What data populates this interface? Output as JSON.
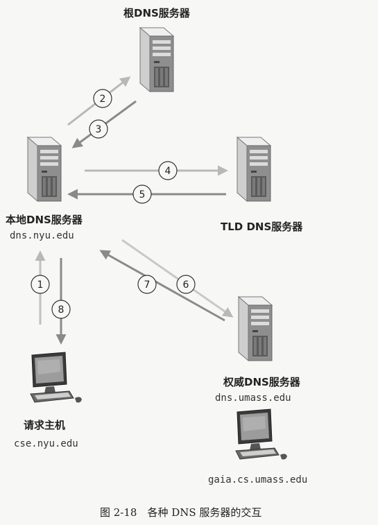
{
  "nodes": {
    "root_server": {
      "label": "根DNS服务器"
    },
    "local_server": {
      "label": "本地DNS服务器",
      "host": "dns.nyu.edu"
    },
    "tld_server": {
      "label": "TLD DNS服务器"
    },
    "auth_server": {
      "label": "权威DNS服务器",
      "host": "dns.umass.edu"
    },
    "requesting_host": {
      "label": "请求主机",
      "host": "cse.nyu.edu"
    },
    "target_host": {
      "host": "gaia.cs.umass.edu"
    }
  },
  "steps": [
    "1",
    "2",
    "3",
    "4",
    "5",
    "6",
    "7",
    "8"
  ],
  "caption": "图 2-18　各种 DNS 服务器的交互",
  "colors": {
    "arrow": "#8a8a8a",
    "arrow_light": "#c2c2c2",
    "server_body": "#d9d9d9",
    "server_dark": "#6a6a6a"
  },
  "icons": {
    "server": "server-tower-icon",
    "computer": "desktop-computer-icon"
  }
}
